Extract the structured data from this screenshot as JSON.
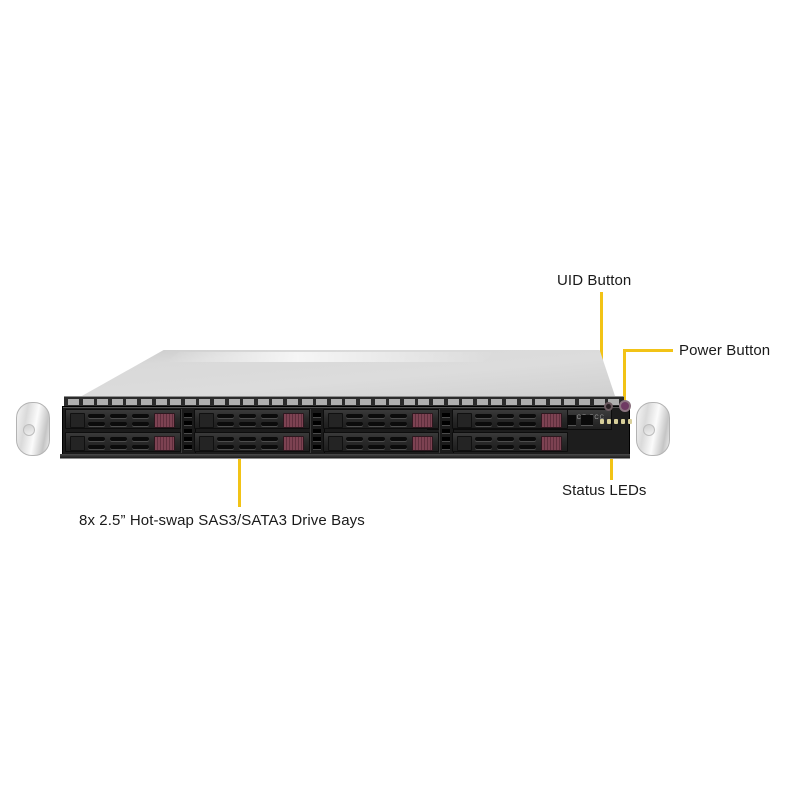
{
  "figure": {
    "subject": "1U rackmount server front view",
    "background_color": "#ffffff",
    "leader_color": "#f2c316"
  },
  "callouts": [
    {
      "id": "uid",
      "label": "UID Button",
      "leader": "vertical"
    },
    {
      "id": "power",
      "label": "Power Button",
      "leader": "elbow"
    },
    {
      "id": "status",
      "label": "Status LEDs",
      "leader": "vertical"
    },
    {
      "id": "bays",
      "label": "8x 2.5” Hot-swap SAS3/SATA3 Drive Bays",
      "leader": "vertical"
    }
  ],
  "chassis": {
    "form_factor": "1U",
    "top_cover_color": "#d6d6d6",
    "bezel_color": "#1b1b1b",
    "drive_bay_count": 8,
    "drive_bay_groups": 4,
    "drive_bay_rows": 2,
    "latch_color": "#7d4252",
    "ear_color": "#e8e8e8",
    "regulatory_mark": "CE FCC",
    "control_panel": {
      "uid_button_color": "#2a2024",
      "power_button_color": "#6f3a63",
      "status_led_count": 5,
      "status_led_color": "#d8cf9a"
    }
  }
}
